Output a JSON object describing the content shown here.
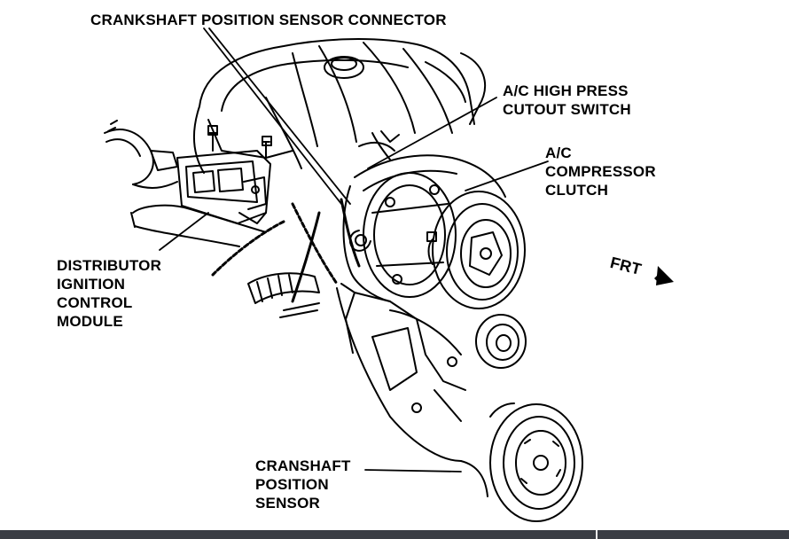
{
  "labels": {
    "crankshaft_connector": "CRANKSHAFT POSITION SENSOR CONNECTOR",
    "ac_high_press_line1": "A/C HIGH PRESS",
    "ac_high_press_line2": "CUTOUT SWITCH",
    "ac_clutch_line1": "A/C",
    "ac_clutch_line2": "COMPRESSOR",
    "ac_clutch_line3": "CLUTCH",
    "dicm_line1": "DISTRIBUTOR",
    "dicm_line2": "IGNITION",
    "dicm_line3": "CONTROL",
    "dicm_line4": "MODULE",
    "frt": "FRT",
    "cps_line1": "CRANSHAFT",
    "cps_line2": "POSITION",
    "cps_line3": "SENSOR"
  },
  "colors": {
    "ink": "#000000",
    "paper": "#ffffff",
    "bottom_bar": "#3a3d44"
  }
}
